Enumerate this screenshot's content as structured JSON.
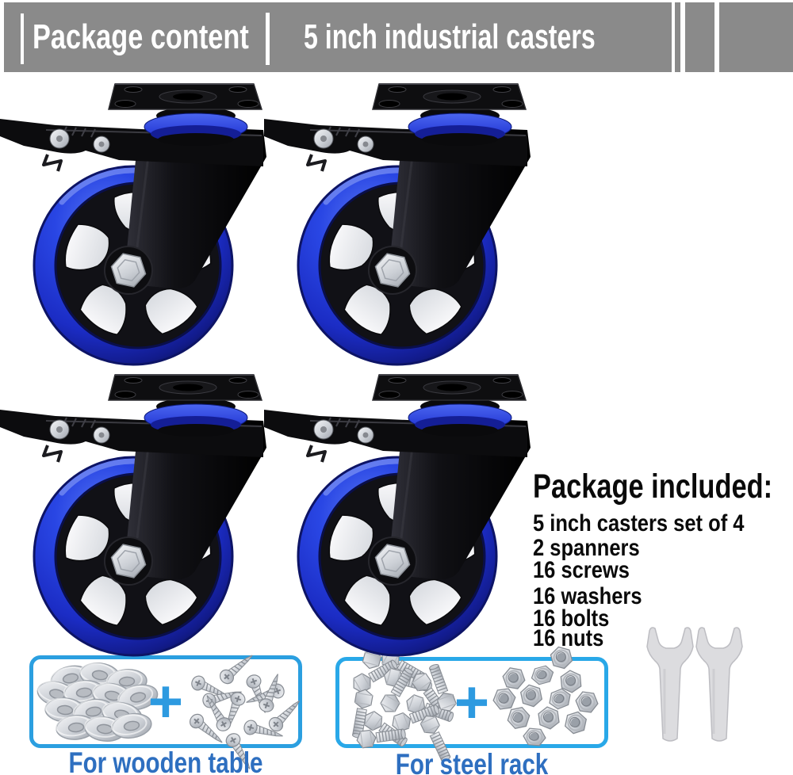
{
  "header": {
    "left_label": "Package content",
    "right_label": "5 inch industrial casters",
    "bg_color": "#8a8a8a",
    "text_color": "#ffffff"
  },
  "package_included": {
    "title": "Package included:",
    "items": [
      "5 inch casters set of 4",
      "2 spanners",
      "16 screws",
      "16 washers",
      "16 bolts",
      "16 nuts"
    ]
  },
  "boxes": [
    {
      "plus": "+",
      "label": "For wooden table",
      "left_pile": "washers-image",
      "right_pile": "screws-image",
      "border_color": "#2b9fe0"
    },
    {
      "plus": "+",
      "label": "For steel rack",
      "left_pile": "bolts-image",
      "right_pile": "nuts-image",
      "border_color": "#29a8e8"
    }
  ],
  "casters": {
    "count": 4,
    "wheel_color": "#2946e4",
    "style": "swivel-caster-with-brake"
  },
  "spanners": {
    "count": 2
  },
  "colors": {
    "label_blue": "#2e6fc0",
    "plus_blue": "#2d9ae0",
    "silver": "#ced2d8",
    "text_black": "#0a0a0a"
  }
}
